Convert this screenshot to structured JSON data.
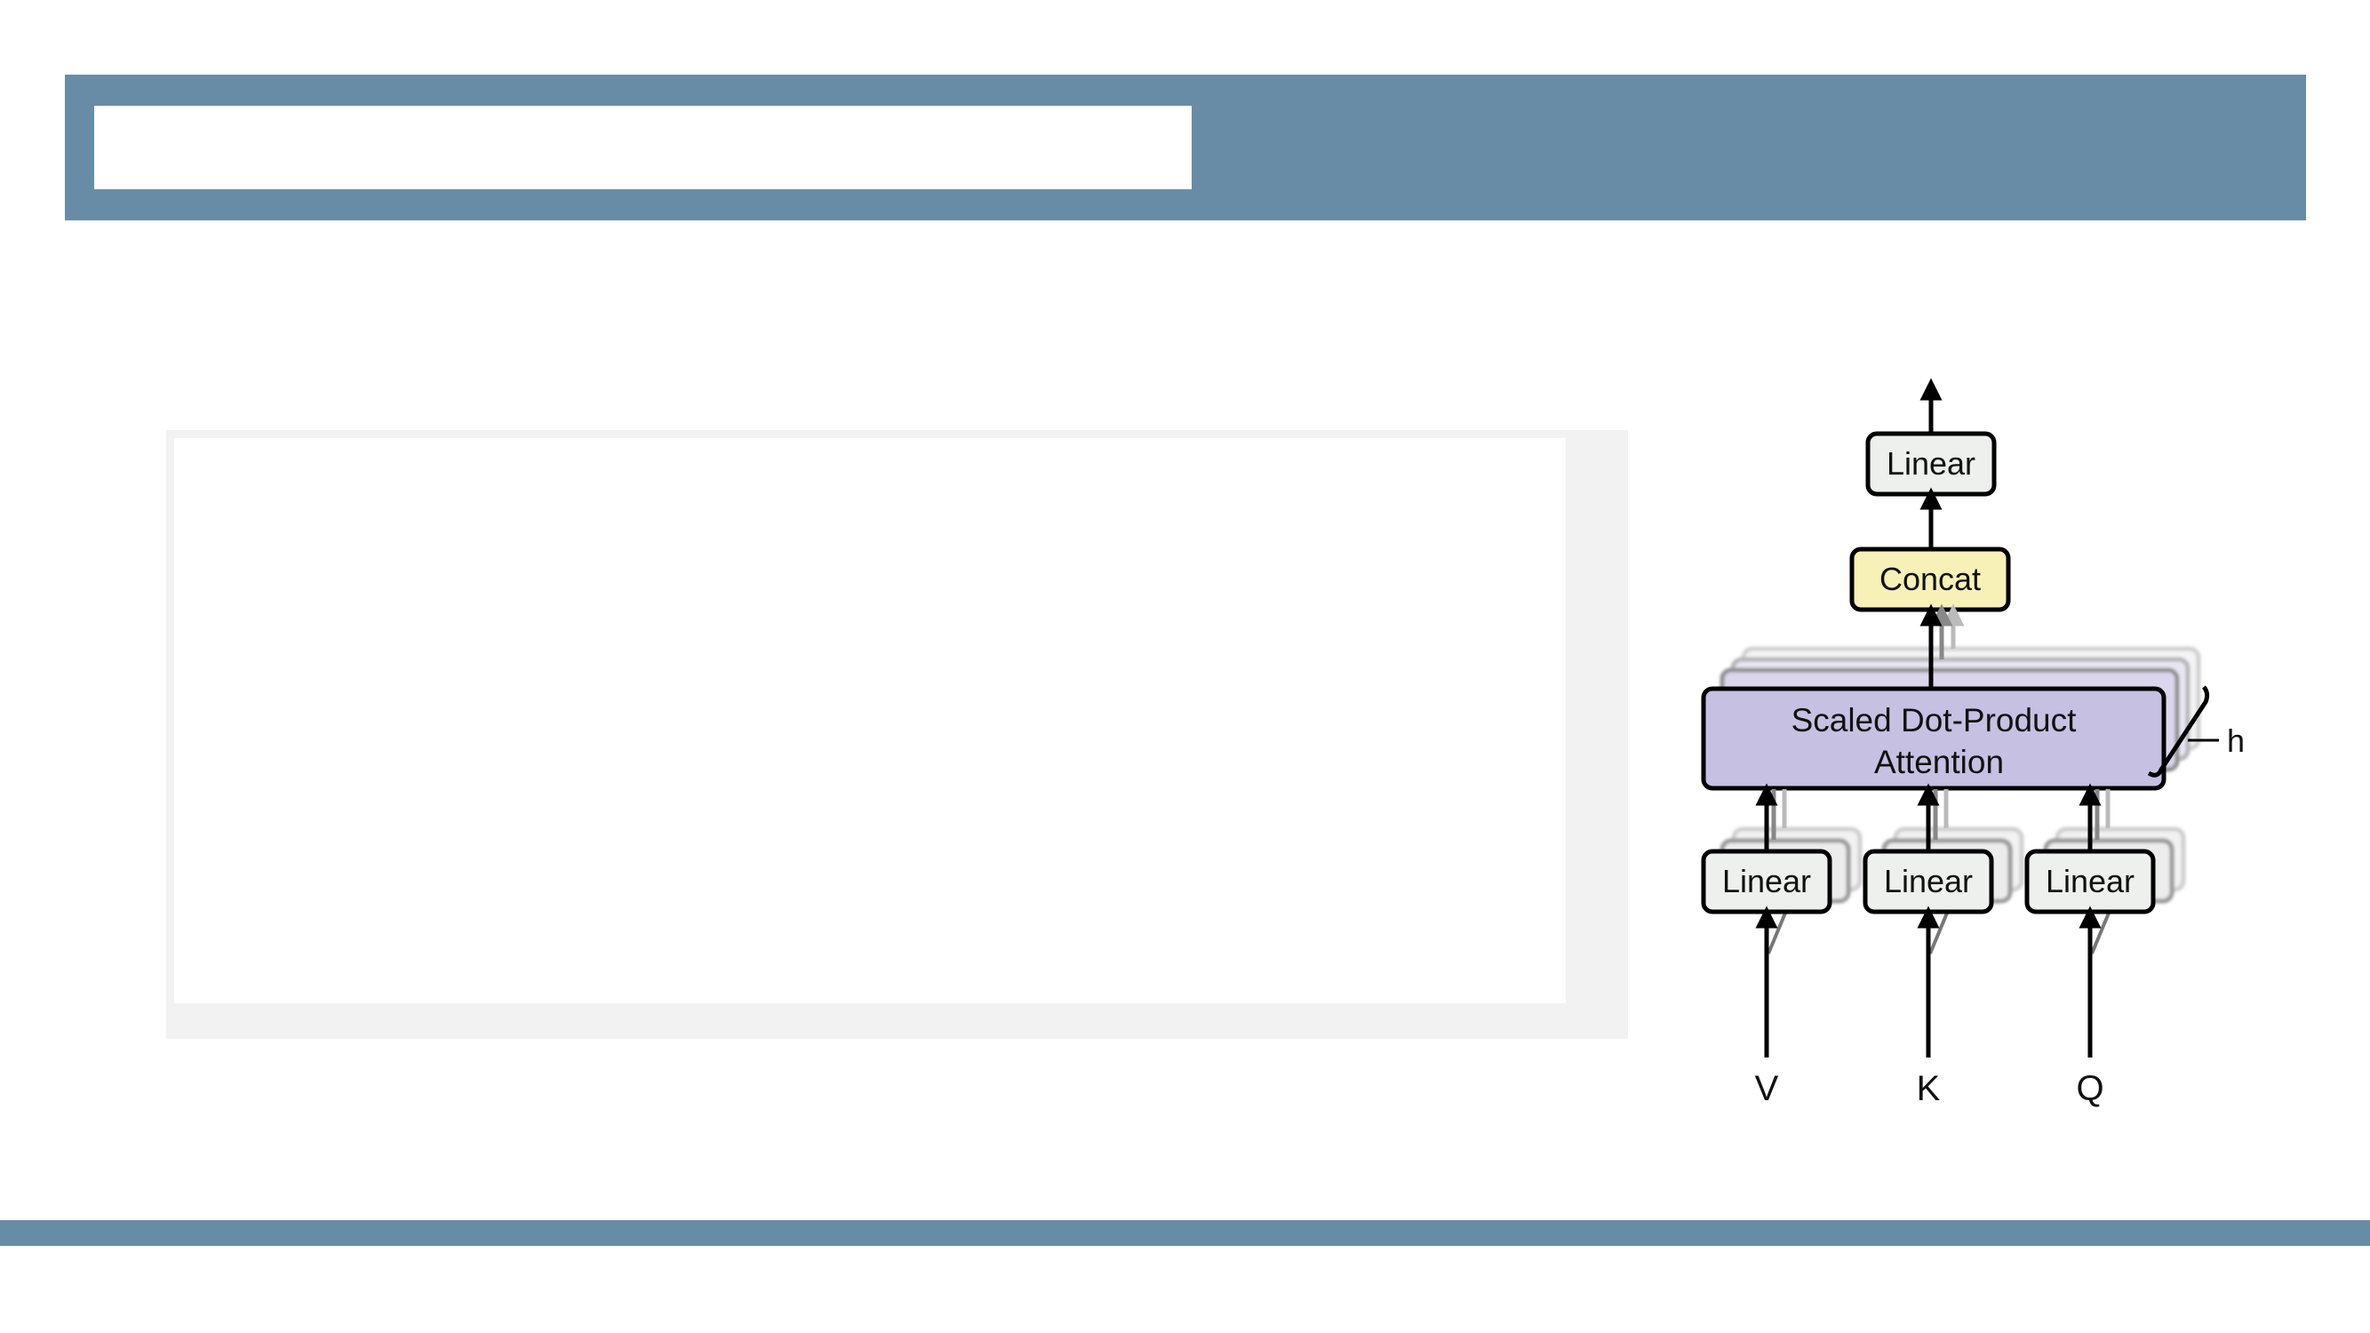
{
  "slide": {
    "title": "",
    "content": ""
  },
  "diagram": {
    "output_linear_label": "Linear",
    "concat_label": "Concat",
    "attention_label_line1": "Scaled Dot-Product",
    "attention_label_line2": "Attention",
    "heads_label": "h",
    "input_linears": [
      {
        "label": "Linear",
        "input": "V"
      },
      {
        "label": "Linear",
        "input": "K"
      },
      {
        "label": "Linear",
        "input": "Q"
      }
    ],
    "colors": {
      "linear_fill": "#eef0ee",
      "concat_fill": "#f7f1b8",
      "attention_fill": "#c6c0e2",
      "bar_color": "#698ca6"
    }
  }
}
